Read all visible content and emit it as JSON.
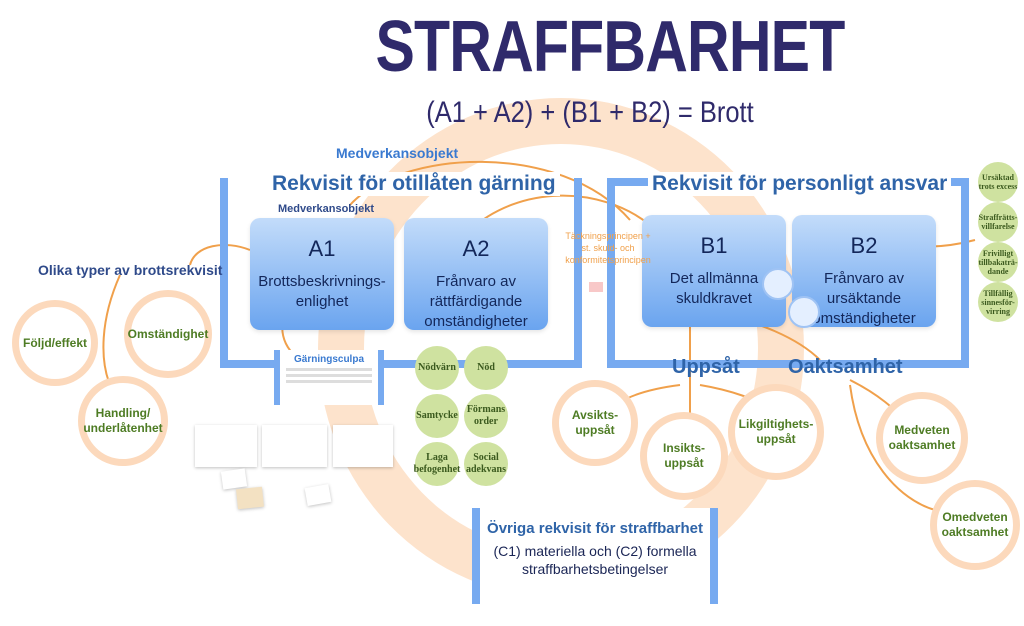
{
  "title": "STRAFFBARHET",
  "formula": "(A1 + A2) + (B1 + B2) = Brott",
  "medverkan_top": "Medverkansobjekt",
  "medverkan_inner": "Medverkansobjekt",
  "sections": {
    "left": "Rekvisit för otillåten gärning",
    "right": "Rekvisit för personligt ansvar"
  },
  "boxes": [
    {
      "code": "A1",
      "label": "Brottsbeskrivnings-enlighet"
    },
    {
      "code": "A2",
      "label": "Frånvaro av rättfärdigande omständigheter"
    },
    {
      "code": "B1",
      "label": "Det allmänna skuldkravet"
    },
    {
      "code": "B2",
      "label": "Frånvaro av ursäktande omständigheter"
    }
  ],
  "principle_note": "Täckningsprincipen + st. skuld- och konformitetsprincipen",
  "olika_typer": "Olika typer av brottsrekvisit",
  "types": [
    "Följd/effekt",
    "Omständighet",
    "Handling/ underlåtenhet"
  ],
  "garningsculpa": {
    "title": "Gärningsculpa"
  },
  "a2_circles": [
    "Nödvärn",
    "Nöd",
    "Samtycke",
    "Förmans order",
    "Laga befogenhet",
    "Social adekvans"
  ],
  "uppsat": "Uppsåt",
  "oaktsamhet": "Oaktsamhet",
  "uppsat_types": [
    "Avsikts-uppsåt",
    "Insikts-uppsåt",
    "Likgiltighets-uppsåt"
  ],
  "oaktsamhet_types": [
    "Medveten oaktsamhet",
    "Omedveten oaktsamhet"
  ],
  "b2_circles": [
    "Ursäktad trots excess",
    "Straffrätts-villfarelse",
    "Frivilligt tillbakaträ-dande",
    "Tillfällig sinnesför-virring"
  ],
  "ovriga": {
    "title": "Övriga rekvisit för straffbarhet",
    "line1": "(C1) materiella och (C2) formella",
    "line2": "straffbarhetsbetingelser"
  }
}
